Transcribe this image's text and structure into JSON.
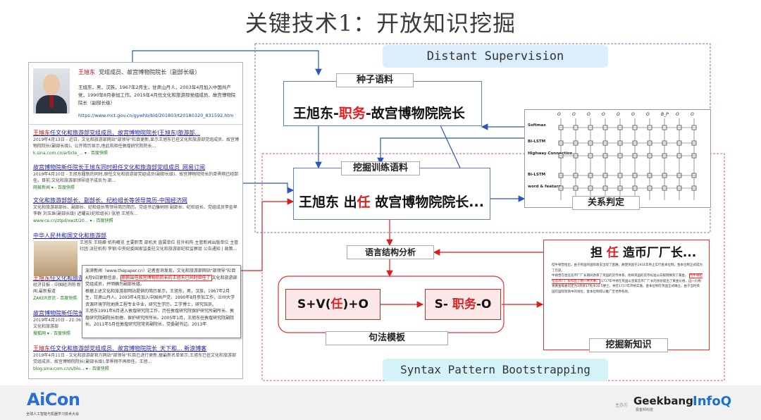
{
  "title": "关键技术1：开放知识挖掘",
  "left_panel": {
    "profile": {
      "name": "王旭东",
      "role": "党组成员、故宫博物院院长（副部长级）",
      "bio": "王旭东，男，汉族，1967年2月生，甘肃山丹人，2003年4月加入中国共产党，1990年8月参加工作。2019年4月任文化和旅游部党组成员、故宫博物院院长（副部长级）",
      "url": "https://www.mct.gov.cn/gywhb/bld/201803/t20180320_831592.htm"
    },
    "results": [
      {
        "title_red": "王旭东",
        "title_rest": "任文化和旅游部党组成员、故宫博物院院长|王旭东|旅游部...",
        "body": "2019年4月13日 - 近日，文化和旅游部网站\"部领导\"栏目更新,显示王旭东已任文化和旅游部党组成员、故宫博物院院长(副部长级)。公开简历显示,他此前担任敦煌研究院院长...",
        "url": "k.sina.com.cn/article_... ▾ - 百度快照"
      },
      {
        "title_red": "",
        "title_rest": "故宫博物院新任院长王旭东同时担任文化和旅游部党组成员_网易订阅",
        "body": "2019年4月10日 - 王旭东履新的同时,原任文化和旅游部党组成员(副部长级)、故宫博物院院长的单霁翔已经卸任。目前,文化和旅游部领导班子成员为:部...",
        "url": "网易新闻 ▾ - 百度快照"
      },
      {
        "title_red": "",
        "title_rest": "文化和旅游部部长、副部长、纪检组长等领导简历-中国经济网",
        "body": "文化和旅游部部长、副部长、纪检组长等领导简历简历。党组书记雒树刚 副部长、纪检组长、党组成员李金早 李群 刘玉珠(副部长级) 迟耀云(纪检组长) 张旭 王旭东...",
        "url": "www.ce.cn/ztpd/xwzt/20... ▾ - 百度快照"
      },
      {
        "title_red": "",
        "title_rest": "中华人民共和国文化和旅游部",
        "body": "王旭东 王晓峰 机构概览 主要职责 部机关 直属单位 驻外机构 主管新闻出版单位 主管社团 派驻机构 李钢:中央纪委国家监委驻文化和旅游部纪检监察组 公告通知 | 政策...",
        "url": ""
      },
      {
        "title_red": "王旭东",
        "title_rest": "任文化和旅游部",
        "body": "经济日报 - 中国经济网 新闻,最新报道",
        "url": "ZAKER资讯 - 百度快照"
      },
      {
        "title_red": "",
        "title_rest": "故宫博物院新任院长...",
        "body": "2019年4月10日 - 21:36 文化和旅游部",
        "url": "搜狐网 ▾ - 百度快照"
      },
      {
        "title_red": "王旭东",
        "title_rest": "任文化和旅游部党组成员、故宫博物院院长_天下和... 新浪博客",
        "body": "2019年4月11日 - 文化和旅游部官方网站\"部领导\"栏目已进行更新,据最新名单显示,王旭东已任文化和旅游部党组成员、故宫博物院院长(副部长级),单霁翔不再担任。王旭...",
        "url": "blog.sina.com.cn/s/blo... ▾ - 百度快照"
      }
    ],
    "popup": {
      "line1": "澎湃新闻（www.thepaper.cn）记者查询发现，文化和旅游部网站\"部领导\"栏目4月9日更新信息，",
      "highlight": "刚刚出任故宫博物院院长的王旭东已同时担任了",
      "line2": "文化和旅游部党组成员，并明确为副部长级。",
      "line3": "根据上述文化和旅游部网站提供的简历显示，王旭东，男，汉族，1967年2月生，甘肃山丹人，2003年4月加入中国共产党，1990年8月参加工作，兰州大学资源环境学院地质工程专业毕业，研究生学历，工学博士，研究馆员。",
      "line4": "王旭东1991年6月进入敦煌研究院工作，历任敦煌研究院保护研究所副所长、敦煌研究院副院长助理、保护研究所所长。2005年1月，王旭东任敦煌研究院副院长。2011年5月任敦煌研究院常务副院长，党委副书记。2013年"
    }
  },
  "diagram": {
    "distant_supervision": "Distant Supervision",
    "syntax_bootstrapping": "Syntax Pattern Bootstrapping",
    "seed_corpus_label": "种子语料",
    "seed_left": "王旭东-",
    "seed_mid": "职务",
    "seed_right": "-故宫博物院院长",
    "mining_corpus_label": "挖掘训练语料",
    "mining_left": "王旭东  出",
    "mining_mid": "任",
    "mining_right": " 故宫博物院院长...",
    "relation_label": "关系判定",
    "linguistic_label": "语言结构分析",
    "syntax_template_label": "句法模板",
    "pattern1_prefix": "S+V(",
    "pattern1_mid": "任",
    "pattern1_suffix": ")+O",
    "pattern2_prefix": "S- ",
    "pattern2_mid": "职务",
    "pattern2_suffix": "-O",
    "new_knowledge_label": "挖掘新知识",
    "new_knowledge_title_1": "担 ",
    "new_knowledge_title_2": "任",
    "new_knowledge_title_3": " 造币厂厂长...",
    "doc_text_1": "但牛顿曾给出，由于英国的国际收支出现了困难，故使英国于1931年终止实行金本位制。金本位制正式成为了历史。",
    "doc_text_2": "牛顿曾在担任造币厂厂长期间改革了英国的货币体系，他将英国的货币标准从白银转换到了黄金。",
    "doc_highlight": "为牛顿担任造币厂厂长作出了他一件大事，",
    "doc_text_3": "1717年牛顿在英国以皇家造币厂厂长的身份提出了黄金价格，这一价格将黄金每盎司定为3英镑17先令10.5便士，并在1717年开始实施，金本位制在英国正式确立。由于当时英国在国际贸易中的地位，金本位制得以推广至世界各地。"
  },
  "nn": {
    "labels": [
      "Softmax",
      "Bi-LSTM",
      "Highway Connection",
      "Bi-LSTM",
      "word & feature"
    ],
    "outputs": [
      "O",
      "O",
      "O",
      "O",
      "O",
      "O",
      "O",
      "B_P",
      "O",
      "O"
    ]
  },
  "footer": {
    "aicon": "AiCon",
    "aicon_sub": "全球人工智能与机器学习技术大会",
    "host": "主办方",
    "geekbang": "Geekbang",
    "geekbang_sub": "极客邦科技",
    "infoq": "InfoQ"
  }
}
